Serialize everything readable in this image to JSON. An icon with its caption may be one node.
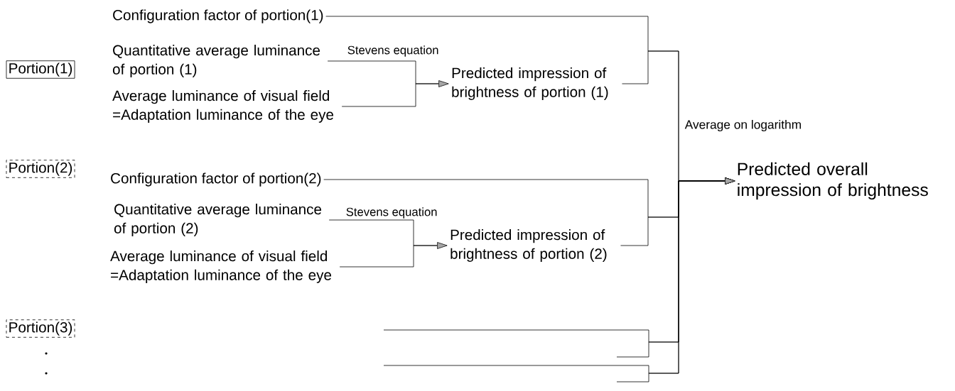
{
  "diagram": {
    "nodes": [
      {
        "text": [
          "Portion(1)"
        ]
      },
      {
        "text": [
          "Configuration factor of portion(1)"
        ]
      },
      {
        "text": [
          "Quantitative average luminance of portion (1)"
        ]
      },
      {
        "text": [
          "Average luminance of visual field =Adaptation luminance of the eye"
        ]
      },
      {
        "text": [
          "Predicted impression of brightness of portion (1)"
        ]
      },
      {
        "text": [
          "Portion(2)"
        ]
      },
      {
        "text": [
          "Configuration factor of portion(2)"
        ]
      },
      {
        "text": [
          "Quantitative average luminance of portion (2)"
        ]
      },
      {
        "text": [
          "Average luminance of visual field =Adaptation luminance of the eye"
        ]
      },
      {
        "text": [
          "Predicted impression of brightness of portion (2)"
        ]
      },
      {
        "text": [
          "Portion(3)"
        ]
      },
      {
        "text": [
          "Predicted overall impression of brightness"
        ]
      }
    ],
    "edges": [
      {
        "from": 1,
        "to": 11,
        "arrow": "to"
      },
      {
        "from": 2,
        "to": 4,
        "arrow": "to",
        "label": "Stevens equation"
      },
      {
        "from": 3,
        "to": 4,
        "arrow": "to"
      },
      {
        "from": 4,
        "to": 11,
        "arrow": "to"
      },
      {
        "from": 6,
        "to": 11,
        "arrow": "to"
      },
      {
        "from": 7,
        "to": 9,
        "arrow": "to",
        "label": "Stevens equation"
      },
      {
        "from": 8,
        "to": 9,
        "arrow": "to"
      },
      {
        "from": 9,
        "to": 11,
        "arrow": "to"
      },
      {
        "from": null,
        "to": 11,
        "arrow": "to"
      },
      {
        "from": null,
        "to": 11,
        "arrow": "to"
      },
      {
        "from": null,
        "to": 11,
        "arrow": "to"
      },
      {
        "from": null,
        "to": 11,
        "arrow": "to"
      }
    ],
    "labels": [
      "Average on logarithm"
    ]
  }
}
